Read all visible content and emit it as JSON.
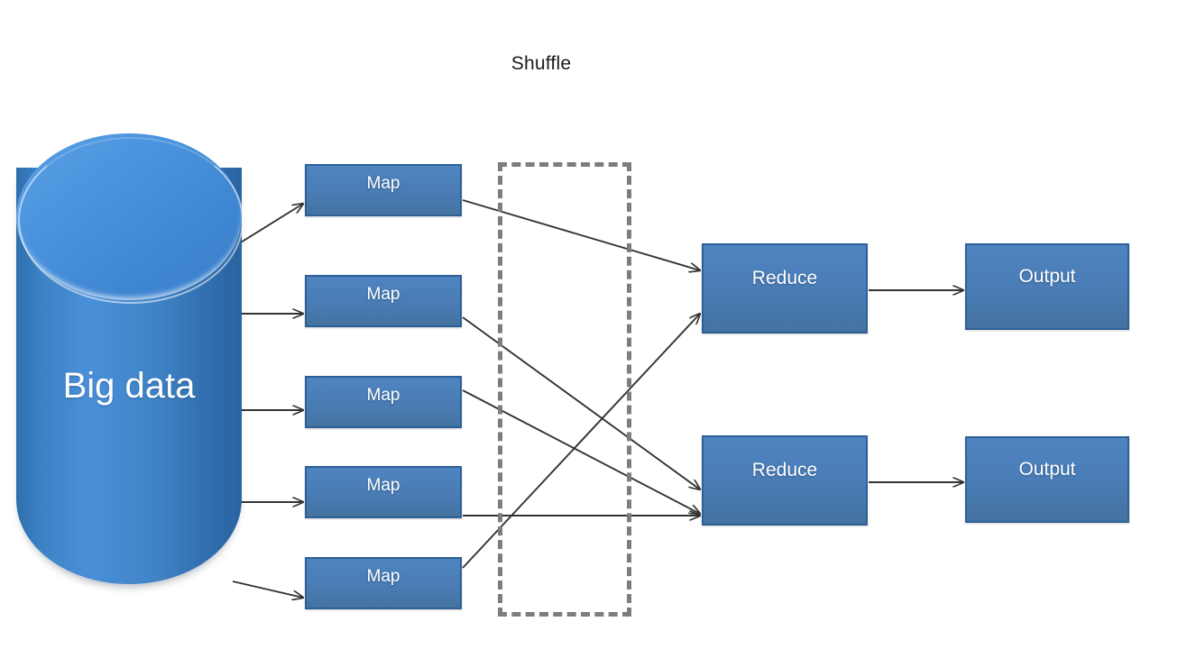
{
  "diagram": {
    "title": "Shuffle",
    "source": {
      "label": "Big data",
      "shape": "cylinder"
    },
    "mappers": [
      {
        "label": "Map"
      },
      {
        "label": "Map"
      },
      {
        "label": "Map"
      },
      {
        "label": "Map"
      },
      {
        "label": "Map"
      }
    ],
    "shuffle_region": {
      "label": "Shuffle",
      "style": "dashed-rectangle",
      "border_color": "#7d7d7d"
    },
    "reducers": [
      {
        "label": "Reduce"
      },
      {
        "label": "Reduce"
      }
    ],
    "outputs": [
      {
        "label": "Output"
      },
      {
        "label": "Output"
      }
    ],
    "colors": {
      "node_fill": "#4a7cb5",
      "node_border": "#2e5f96",
      "cylinder_fill": "#4a90d9",
      "arrow": "#333333",
      "shuffle_border": "#7d7d7d",
      "text_on_node": "#ffffff",
      "title_text": "#1a1a1a",
      "background": "#ffffff"
    },
    "edges": [
      {
        "from": "source",
        "to": "map-1"
      },
      {
        "from": "source",
        "to": "map-2"
      },
      {
        "from": "source",
        "to": "map-3"
      },
      {
        "from": "source",
        "to": "map-4"
      },
      {
        "from": "source",
        "to": "map-5"
      },
      {
        "from": "map-1",
        "to": "reduce-1"
      },
      {
        "from": "map-2",
        "to": "reduce-2"
      },
      {
        "from": "map-3",
        "to": "reduce-2"
      },
      {
        "from": "map-4",
        "to": "reduce-2"
      },
      {
        "from": "map-5",
        "to": "reduce-1"
      },
      {
        "from": "reduce-1",
        "to": "output-1"
      },
      {
        "from": "reduce-2",
        "to": "output-2"
      }
    ]
  }
}
